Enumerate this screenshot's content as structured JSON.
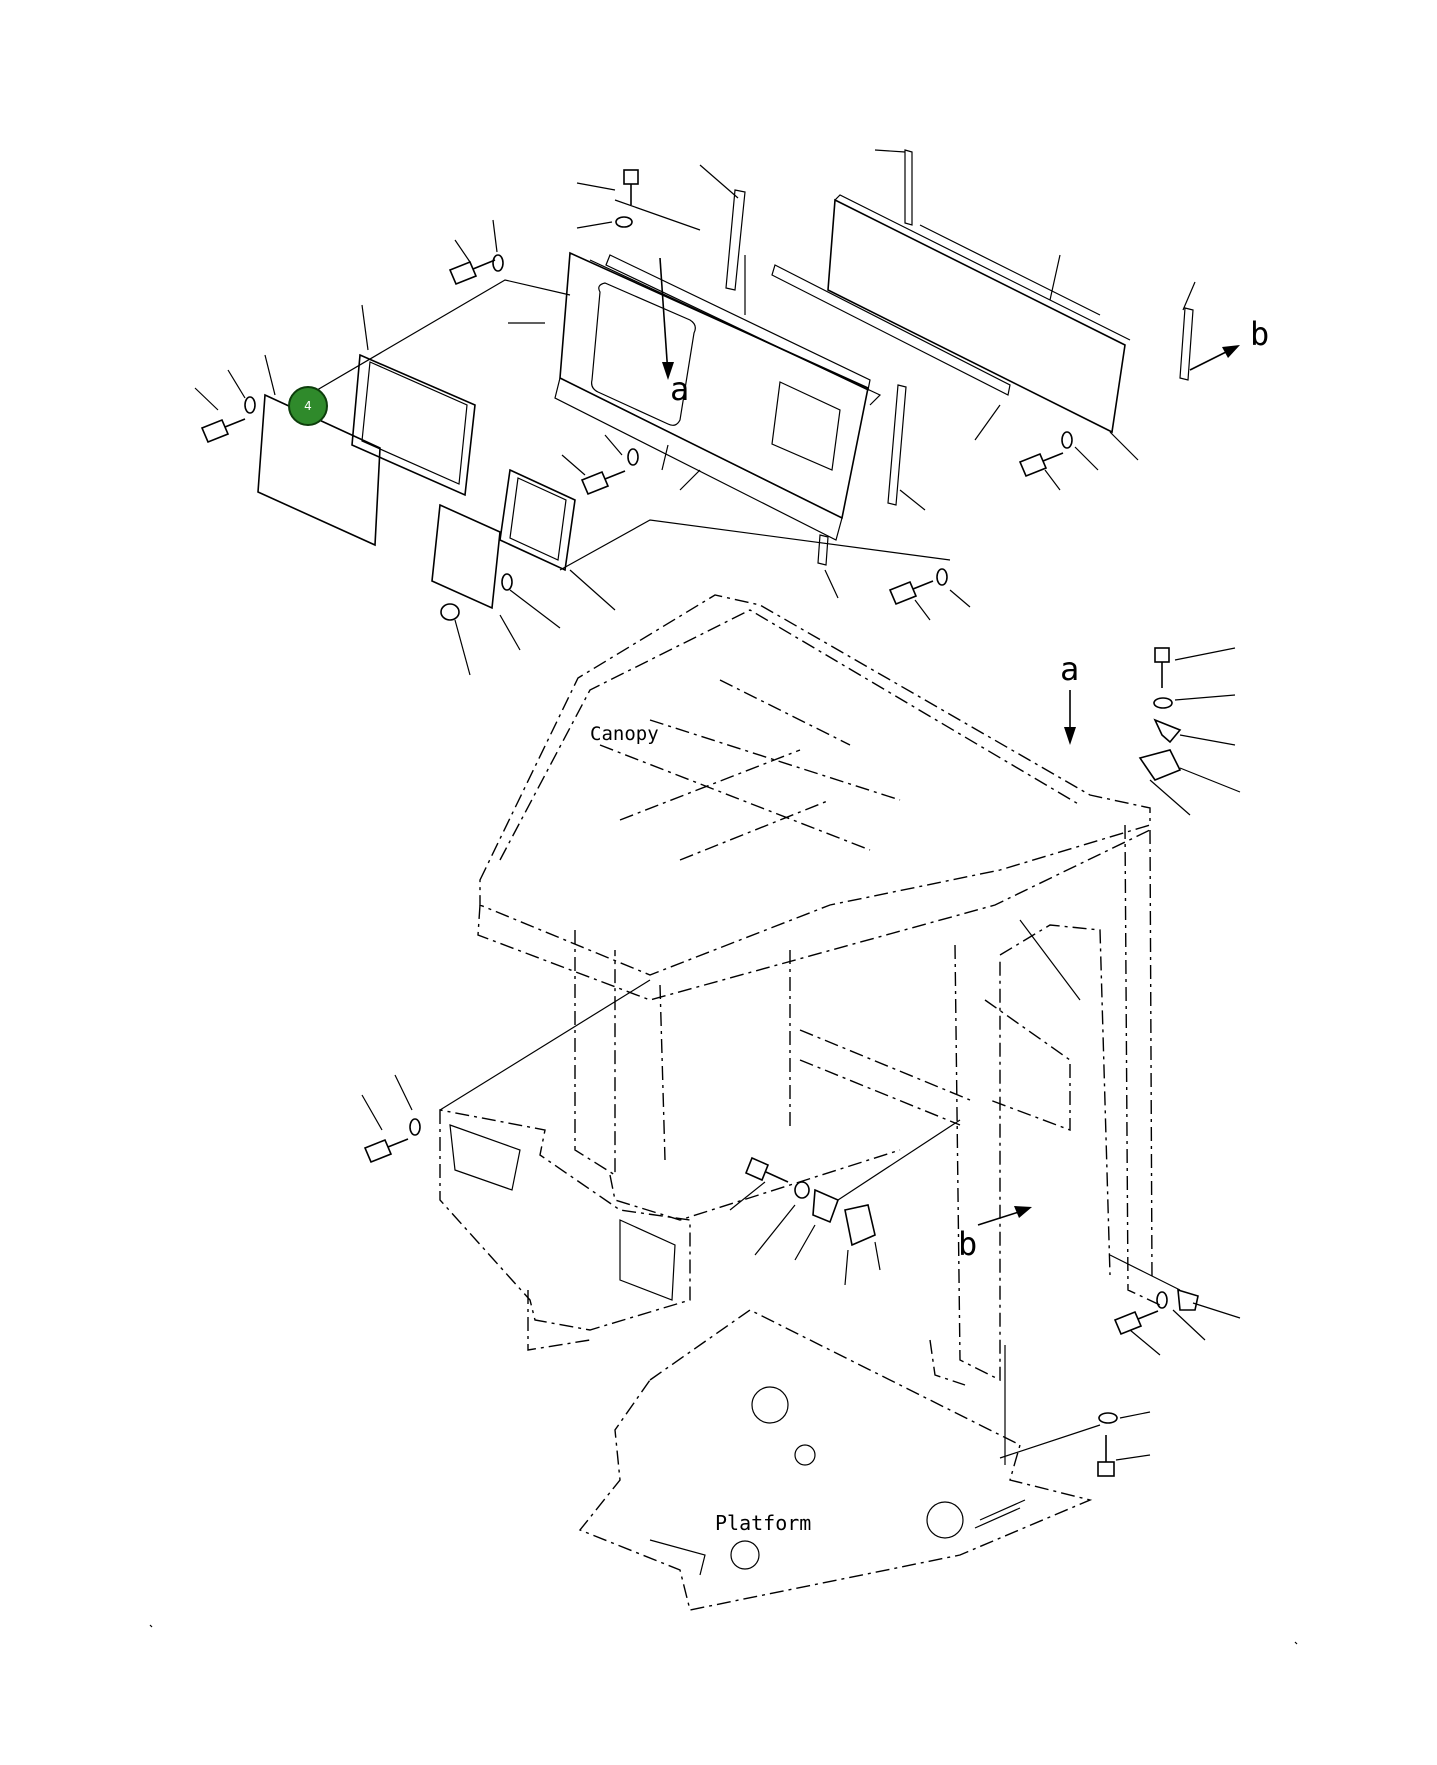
{
  "labels": {
    "canopy": "Canopy",
    "platform": "Platform",
    "view_a": "a",
    "view_b": "b"
  },
  "callouts": [
    {
      "number": "4",
      "color": "#2f8a2b"
    }
  ]
}
